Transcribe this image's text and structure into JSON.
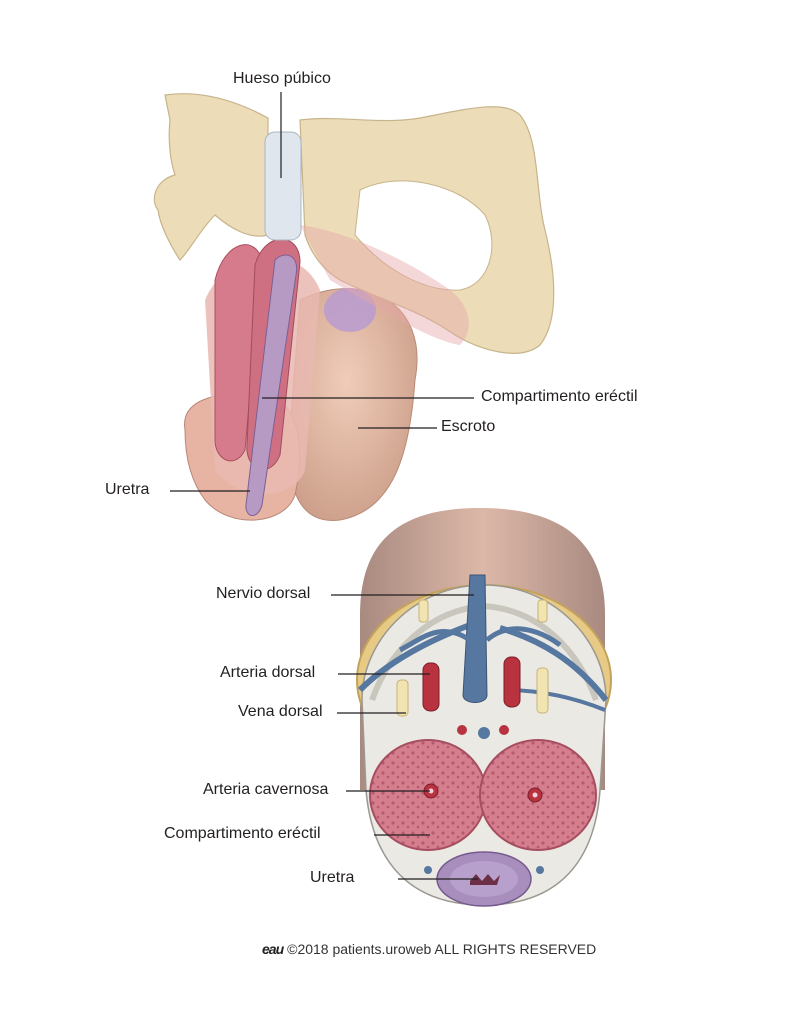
{
  "labels": {
    "hueso_pubico": "Hueso púbico",
    "compartimento_erectil_top": "Compartimento eréctil",
    "escroto": "Escroto",
    "uretra_top": "Uretra",
    "nervio_dorsal": "Nervio dorsal",
    "arteria_dorsal": "Arteria dorsal",
    "vena_dorsal": "Vena dorsal",
    "arteria_cavernosa": "Arteria cavernosa",
    "compartimento_erectil_bottom": "Compartimento eréctil",
    "uretra_bottom": "Uretra"
  },
  "footer": {
    "logo": "eau",
    "copyright": "©2018 patients.uroweb ALL RIGHTS RESERVED"
  },
  "colors": {
    "bone": "#ecdcb7",
    "skin": "#e3b9a3",
    "erectile_tissue": "#c8707f",
    "artery": "#b8323f",
    "vein": "#5677a0",
    "nerve": "#f1e4b0",
    "urethra": "#9a7fb2"
  }
}
